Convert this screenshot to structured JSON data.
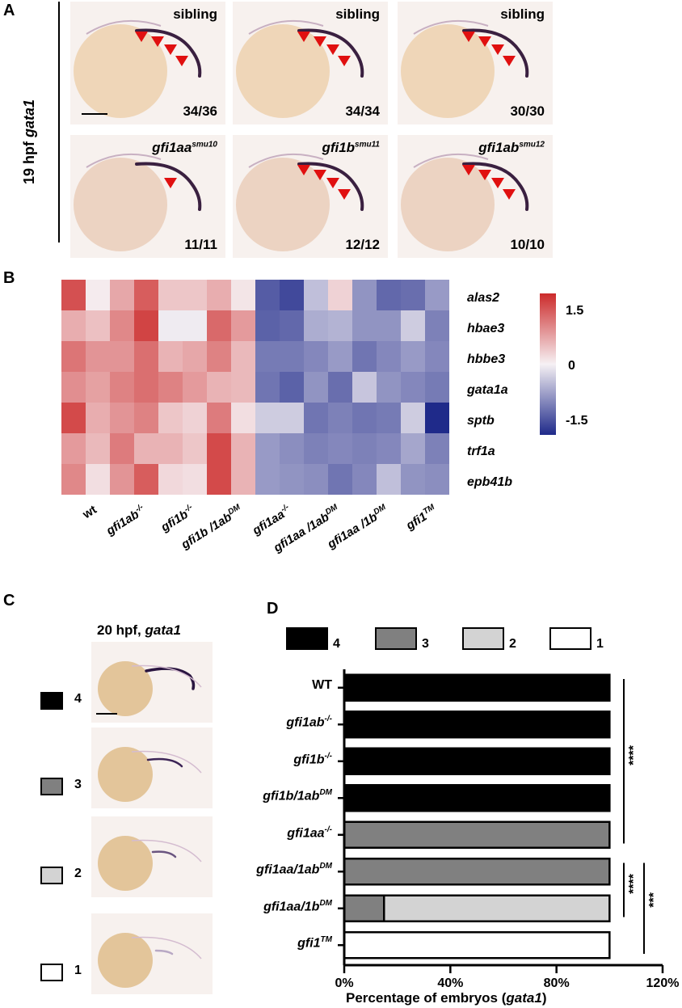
{
  "panel_a": {
    "label": "A",
    "side_label_plain": "19 hpf",
    "side_label_italic": "gata1",
    "tiles": [
      {
        "title": "sibling",
        "italic": false,
        "sup": "",
        "count": "34/36",
        "arrows": 4
      },
      {
        "title": "sibling",
        "italic": false,
        "sup": "",
        "count": "34/34",
        "arrows": 4
      },
      {
        "title": "sibling",
        "italic": false,
        "sup": "",
        "count": "30/30",
        "arrows": 4
      },
      {
        "title": "gfi1aa",
        "italic": true,
        "sup": "smu10",
        "count": "11/11",
        "arrows": 1
      },
      {
        "title": "gfi1b",
        "italic": true,
        "sup": "smu11",
        "count": "12/12",
        "arrows": 4
      },
      {
        "title": "gfi1ab",
        "italic": true,
        "sup": "smu12",
        "count": "10/10",
        "arrows": 4
      }
    ]
  },
  "panel_b": {
    "label": "B",
    "genes": [
      "alas2",
      "hbae3",
      "hbbe3",
      "gata1a",
      "sptb",
      "trf1a",
      "epb41b"
    ],
    "groups": [
      {
        "base": "wt",
        "sup": ""
      },
      {
        "base": "gfi1ab",
        "sup": "-/-"
      },
      {
        "base": "gfi1b",
        "sup": "-/-"
      },
      {
        "base": "gfi1b /1ab",
        "sup": "DM"
      },
      {
        "base": "gfi1aa",
        "sup": "-/-"
      },
      {
        "base": "gfi1aa /1ab",
        "sup": "DM"
      },
      {
        "base": "gfi1aa /1b",
        "sup": "DM"
      },
      {
        "base": "gfi1",
        "sup": "TM"
      }
    ],
    "colorbar_ticks": [
      "1.5",
      "0",
      "-1.5"
    ],
    "colors": {
      "high": "#cc2b2b",
      "mid": "#f6f1f4",
      "low": "#1f2a8a"
    },
    "values": [
      [
        1.3,
        0.05,
        0.6,
        1.2,
        0.35,
        0.35,
        0.55,
        0.1,
        -1.2,
        -1.35,
        -0.4,
        0.25,
        -0.75,
        -1.1,
        -1.05,
        -0.7
      ],
      [
        0.55,
        0.4,
        0.85,
        1.4,
        -0.05,
        -0.05,
        1.1,
        0.7,
        -1.15,
        -1.1,
        -0.55,
        -0.5,
        -0.75,
        -0.75,
        -0.3,
        -0.9
      ],
      [
        1.0,
        0.75,
        0.75,
        1.05,
        0.5,
        0.6,
        0.9,
        0.45,
        -0.95,
        -0.95,
        -0.85,
        -0.7,
        -1.0,
        -0.85,
        -0.7,
        -0.85
      ],
      [
        0.8,
        0.65,
        0.9,
        1.05,
        0.9,
        0.7,
        0.5,
        0.45,
        -1.0,
        -1.15,
        -0.75,
        -1.05,
        -0.35,
        -0.75,
        -0.85,
        -0.95
      ],
      [
        1.35,
        0.55,
        0.75,
        0.9,
        0.35,
        0.25,
        0.95,
        0.15,
        -0.3,
        -0.3,
        -1.0,
        -0.9,
        -1.0,
        -0.95,
        -0.3,
        -1.6
      ],
      [
        0.7,
        0.45,
        0.95,
        0.5,
        0.5,
        0.35,
        1.35,
        0.5,
        -0.7,
        -0.8,
        -0.9,
        -0.85,
        -0.9,
        -0.85,
        -0.6,
        -0.9
      ],
      [
        0.85,
        0.15,
        0.75,
        1.2,
        0.2,
        0.15,
        1.35,
        0.5,
        -0.7,
        -0.75,
        -0.8,
        -1.0,
        -0.85,
        -0.4,
        -0.75,
        -0.8
      ]
    ]
  },
  "panel_c": {
    "label": "C",
    "title_plain": "20 hpf, ",
    "title_italic": "gata1",
    "levels": [
      {
        "label": "4",
        "color": "#000000"
      },
      {
        "label": "3",
        "color": "#808080"
      },
      {
        "label": "2",
        "color": "#d3d3d3"
      },
      {
        "label": "1",
        "color": "#ffffff"
      }
    ]
  },
  "chart_data": {
    "type": "bar",
    "stacked": true,
    "orientation": "horizontal",
    "legend": [
      "4",
      "3",
      "2",
      "1"
    ],
    "legend_colors": [
      "#000000",
      "#808080",
      "#d3d3d3",
      "#ffffff"
    ],
    "categories": [
      {
        "base": "WT",
        "sup": "",
        "italic": false
      },
      {
        "base": "gfi1ab",
        "sup": "-/-",
        "italic": true
      },
      {
        "base": "gfi1b",
        "sup": "-/-",
        "italic": true
      },
      {
        "base": "gfi1b/1ab",
        "sup": "DM",
        "italic": true
      },
      {
        "base": "gfi1aa",
        "sup": "-/-",
        "italic": true
      },
      {
        "base": "gfi1aa/1ab",
        "sup": "DM",
        "italic": true
      },
      {
        "base": "gfi1aa/1b",
        "sup": "DM",
        "italic": true
      },
      {
        "base": "gfi1",
        "sup": "TM",
        "italic": true
      }
    ],
    "series": [
      {
        "name": "4",
        "values": [
          100,
          100,
          100,
          100,
          0,
          0,
          0,
          0
        ]
      },
      {
        "name": "3",
        "values": [
          0,
          0,
          0,
          0,
          100,
          100,
          15,
          0
        ]
      },
      {
        "name": "2",
        "values": [
          0,
          0,
          0,
          0,
          0,
          0,
          85,
          0
        ]
      },
      {
        "name": "1",
        "values": [
          0,
          0,
          0,
          0,
          0,
          0,
          0,
          100
        ]
      }
    ],
    "xlim": [
      0,
      120
    ],
    "xticks": [
      "0%",
      "40%",
      "80%",
      "120%"
    ],
    "xlabel_plain": "Percentage of embryos (",
    "xlabel_italic": "gata1",
    "xlabel_close": ")",
    "significance": [
      {
        "label": "****",
        "from": 0,
        "to": 4
      },
      {
        "label": "****",
        "from": 5,
        "to": 6
      },
      {
        "label": "***",
        "from": 5,
        "to": 7
      }
    ],
    "panel_label": "D"
  }
}
